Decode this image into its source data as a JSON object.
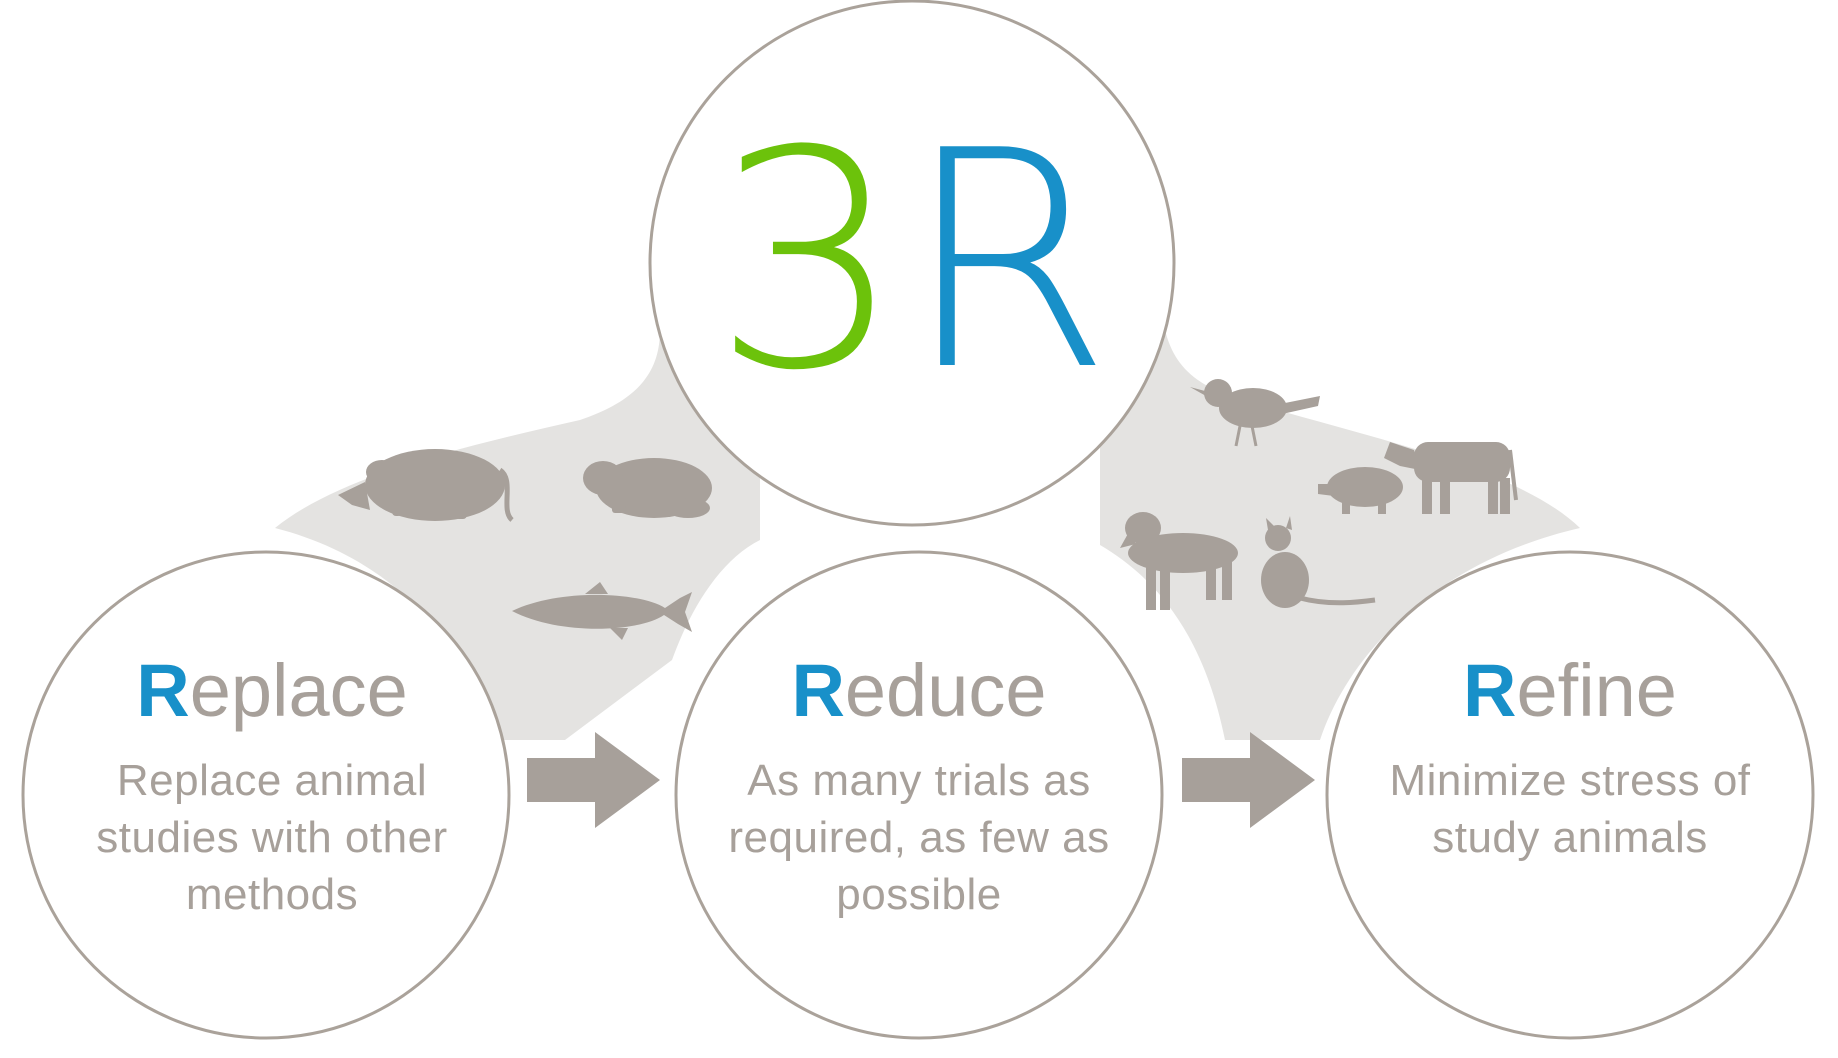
{
  "logo": {
    "digit": "3",
    "letter": "R",
    "digit_color": "#6cc20b",
    "letter_color": "#1890c9"
  },
  "colors": {
    "accent_blue": "#1890c9",
    "text_gray": "#a7a09a",
    "outline_gray": "#aaa29a",
    "blob_gray": "#e4e3e1"
  },
  "steps": [
    {
      "initial": "R",
      "rest": "eplace",
      "lines": [
        "Replace animal",
        "studies with other",
        "methods"
      ]
    },
    {
      "initial": "R",
      "rest": "educe",
      "lines": [
        "As many trials as",
        "required, as few as",
        "possible"
      ]
    },
    {
      "initial": "R",
      "rest": "efine",
      "lines": [
        "Minimize stress of",
        "study animals"
      ]
    }
  ],
  "animals": [
    "rat-icon",
    "guinea-pig-icon",
    "fish-icon",
    "bird-icon",
    "cow-icon",
    "pig-icon",
    "dog-icon",
    "cat-icon"
  ],
  "arrows": [
    "arrow-right-icon",
    "arrow-right-icon"
  ]
}
